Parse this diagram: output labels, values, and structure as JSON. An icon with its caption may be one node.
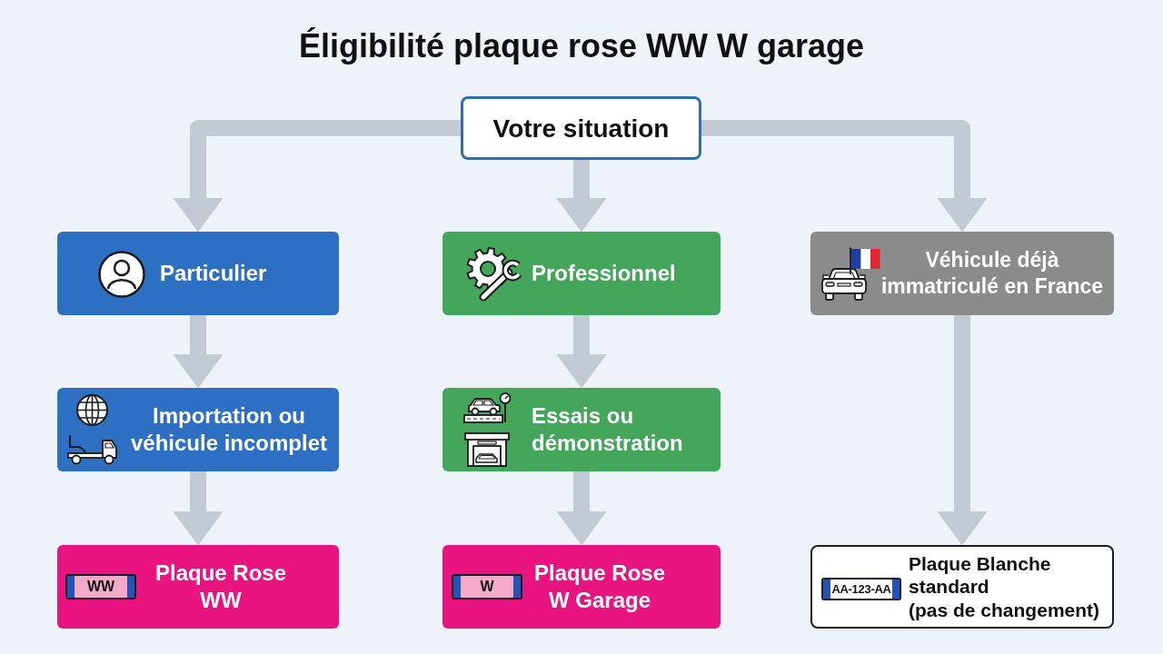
{
  "diagram": {
    "title": "Éligibilité plaque rose WW W garage",
    "nodes": [
      {
        "text": [
          "Votre situation"
        ]
      },
      {
        "text": [
          "Particulier"
        ]
      },
      {
        "text": [
          "Professionnel"
        ]
      },
      {
        "text": [
          "Véhicule déjà immatriculé en France"
        ]
      },
      {
        "text": [
          "Importation ou véhicule incomplet"
        ]
      },
      {
        "text": [
          "Essais ou démonstration"
        ]
      },
      {
        "text": [
          "WW",
          "Plaque Rose WW"
        ]
      },
      {
        "text": [
          "W",
          "Plaque Rose W Garage"
        ]
      },
      {
        "text": [
          "AA-123-AA",
          "Plaque Blanche standard",
          "(pas de changement)"
        ]
      }
    ],
    "edges": [
      {
        "from": 0,
        "to": 1,
        "arrow": "to"
      },
      {
        "from": 0,
        "to": 2,
        "arrow": "to"
      },
      {
        "from": 0,
        "to": 3,
        "arrow": "to"
      },
      {
        "from": 1,
        "to": 4,
        "arrow": "to"
      },
      {
        "from": 2,
        "to": 5,
        "arrow": "to"
      },
      {
        "from": 3,
        "to": 8,
        "arrow": "to"
      },
      {
        "from": 4,
        "to": 6,
        "arrow": "to"
      },
      {
        "from": 5,
        "to": 7,
        "arrow": "to"
      }
    ]
  }
}
